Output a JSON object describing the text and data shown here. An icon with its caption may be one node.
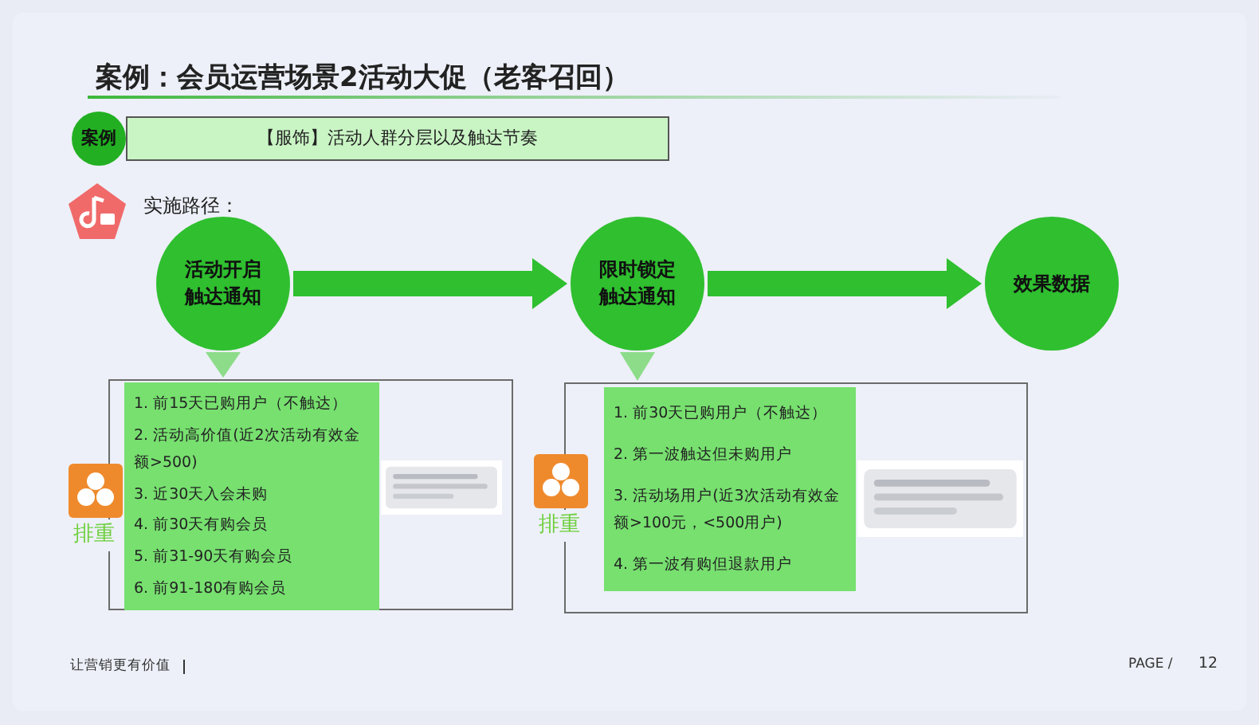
{
  "diagram": {
    "title": "案例：会员运营场景2活动大促（老客召回）",
    "nodes": [
      {
        "text": [
          "案例"
        ]
      },
      {
        "text": [
          "【服饰】活动人群分层以及触达节奏"
        ]
      },
      {
        "text": [
          "活动开启触达通知"
        ]
      },
      {
        "text": [
          "限时锁定触达通知"
        ]
      },
      {
        "text": [
          "效果数据"
        ]
      },
      {
        "text": [],
        "shape": "box"
      },
      {
        "text": [
          "1. 前15天已购用户（不触达）",
          "2. 活动高价值(近2次活动有效金额>500)",
          "3. 近30天入会未购",
          "4. 前30天有购会员",
          "5. 前31-90天有购会员",
          "6. 前91-180有购会员"
        ],
        "in": 5
      },
      {
        "text": [],
        "shape": "picture",
        "in": 5
      },
      {
        "text": [],
        "shape": "box"
      },
      {
        "text": [
          "1. 前30天已购用户（不触达）",
          "2. 第一波触达但未购用户",
          "3. 活动场用户(近3次活动有效金额>100元，<500用户)",
          "4. 第一波有购但退款用户"
        ],
        "in": 8
      },
      {
        "text": [],
        "shape": "picture",
        "in": 8
      }
    ],
    "edges": [
      {
        "from": 2,
        "to": 3,
        "arrow": "to"
      },
      {
        "from": 3,
        "to": 4,
        "arrow": "to"
      },
      {
        "from": 2,
        "to": 5,
        "arrow": "to"
      },
      {
        "from": 3,
        "to": 8,
        "arrow": "to"
      }
    ],
    "labels": [
      "实施路径：",
      "排重",
      "排重",
      "让营销更有价值",
      "PAGE /",
      "12"
    ]
  }
}
